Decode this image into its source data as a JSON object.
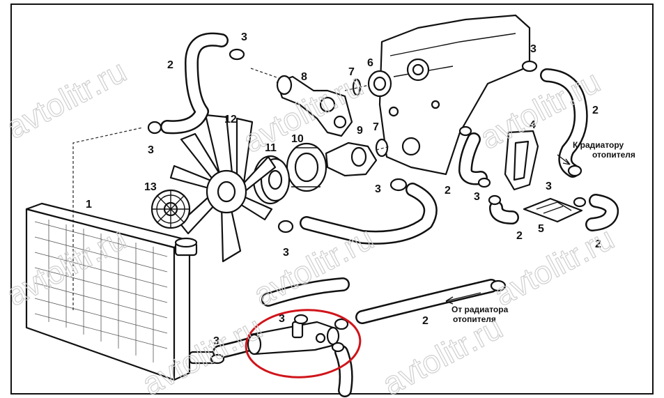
{
  "watermark": "avtolitr.ru",
  "callouts": {
    "c1": "1",
    "c2": "2",
    "c3": "3",
    "c4": "4",
    "c5": "5",
    "c6": "6",
    "c7": "7",
    "c8": "8",
    "c9": "9",
    "c10": "10",
    "c11": "11",
    "c12": "12",
    "c13": "13"
  },
  "notes": {
    "to_heater_line1": "К радиатору",
    "to_heater_line2": "отопителя",
    "from_heater_line1": "От радиатора",
    "from_heater_line2": "отопителя"
  },
  "colors": {
    "line": "#111111",
    "highlight": "#d0141a",
    "watermark": "#cfcfcf",
    "frame": "#111111"
  }
}
